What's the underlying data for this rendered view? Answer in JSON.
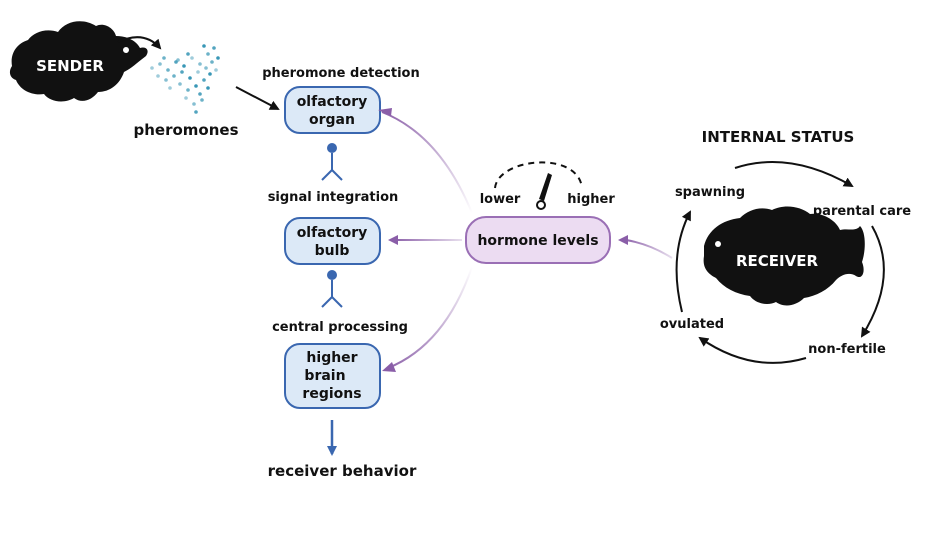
{
  "sender": {
    "label": "SENDER"
  },
  "pheromones": {
    "label": "pheromones"
  },
  "pathway": {
    "steps": [
      {
        "caption": "pheromone detection",
        "box_lines": [
          "olfactory",
          "organ"
        ]
      },
      {
        "caption": "signal integration",
        "box_lines": [
          "olfactory",
          "bulb"
        ]
      },
      {
        "caption": "central processing",
        "box_lines": [
          "higher",
          "brain",
          "regions"
        ]
      }
    ],
    "output_label": "receiver behavior"
  },
  "hormones": {
    "label": "hormone levels",
    "gauge_low": "lower",
    "gauge_high": "higher"
  },
  "internal_status": {
    "title": "INTERNAL STATUS",
    "receiver_label": "RECEIVER",
    "cycle": [
      "spawning",
      "parental care",
      "non-fertile",
      "ovulated"
    ]
  },
  "colors": {
    "box_fill": "#dce9f7",
    "box_stroke": "#3a67b0",
    "hormone_fill": "#ecdcf2",
    "hormone_stroke": "#9a6fb5",
    "arrow_purple": "#8a5ea8",
    "arrow_blue": "#3a67b0",
    "pheromone_dots": "#2a8fb0"
  }
}
